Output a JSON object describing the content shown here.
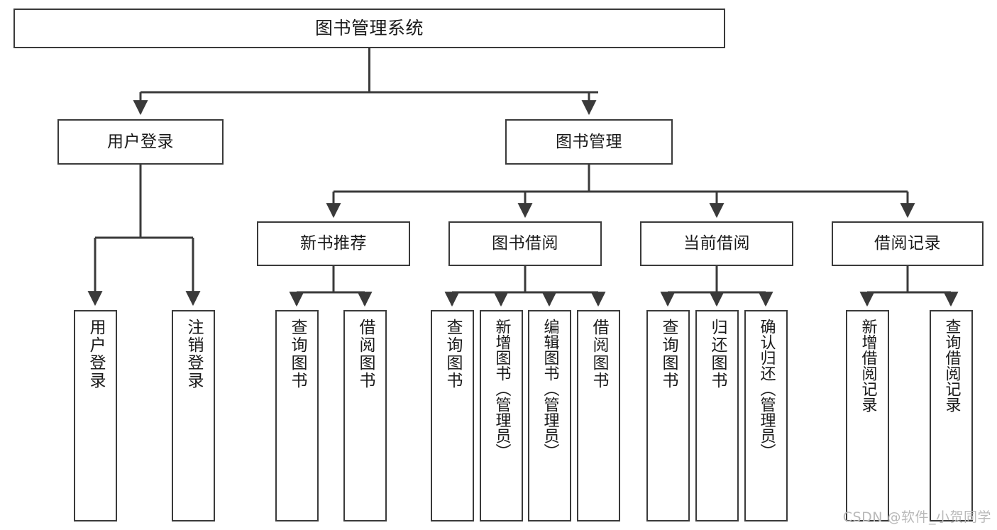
{
  "diagram": {
    "type": "tree",
    "title": "图书管理系统",
    "watermark": "CSDN @软件_小贺同学",
    "colors": {
      "box_border": "#3a3a3a",
      "box_fill": "#ffffff",
      "connector": "#3a3a3a",
      "text": "#1a1a1a",
      "watermark": "#b9b9b9"
    },
    "nodes": {
      "root": {
        "label": "图书管理系统"
      },
      "level2": [
        {
          "label": "用户登录"
        },
        {
          "label": "图书管理"
        }
      ],
      "level3": [
        {
          "label": "新书推荐"
        },
        {
          "label": "图书借阅"
        },
        {
          "label": "当前借阅"
        },
        {
          "label": "借阅记录"
        }
      ],
      "leaves": [
        {
          "label": "用户登录",
          "parent": "用户登录"
        },
        {
          "label": "注销登录",
          "parent": "用户登录"
        },
        {
          "label": "查询图书",
          "parent": "新书推荐"
        },
        {
          "label": "借阅图书",
          "parent": "新书推荐"
        },
        {
          "label": "查询图书",
          "parent": "图书借阅"
        },
        {
          "label": "新增图书（管理员）",
          "parent": "图书借阅"
        },
        {
          "label": "编辑图书（管理员）",
          "parent": "图书借阅"
        },
        {
          "label": "借阅图书",
          "parent": "图书借阅"
        },
        {
          "label": "查询图书",
          "parent": "当前借阅"
        },
        {
          "label": "归还图书",
          "parent": "当前借阅"
        },
        {
          "label": "确认归还（管理员）",
          "parent": "当前借阅"
        },
        {
          "label": "新增借阅记录",
          "parent": "借阅记录"
        },
        {
          "label": "查询借阅记录",
          "parent": "借阅记录"
        }
      ]
    }
  }
}
